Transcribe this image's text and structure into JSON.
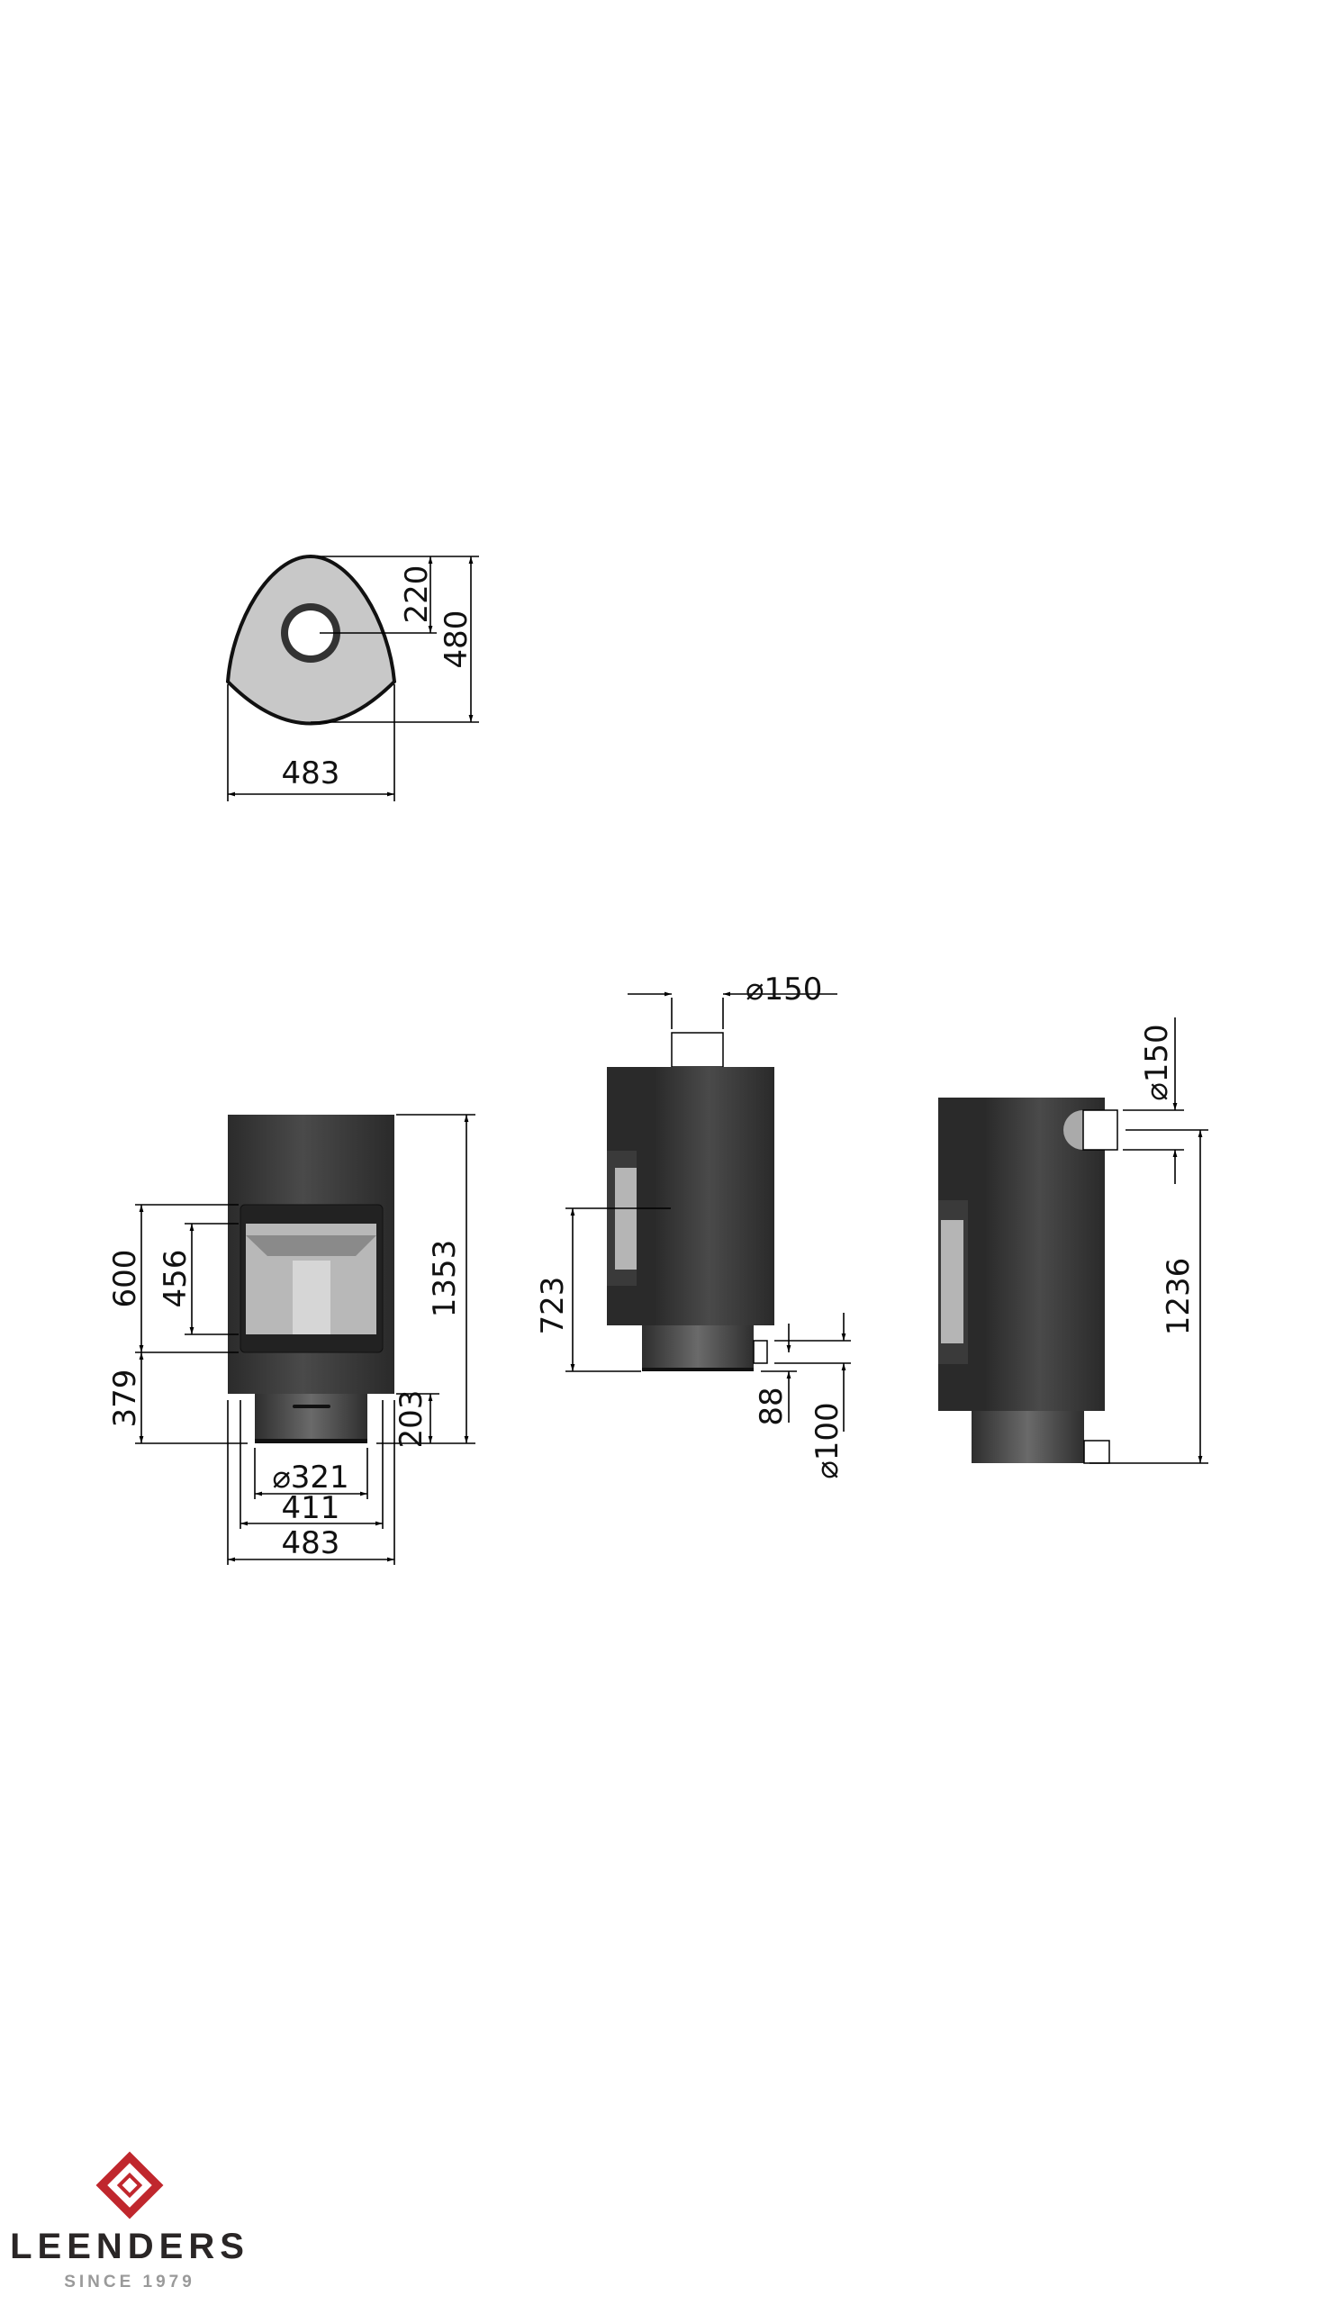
{
  "top_view": {
    "width": "483",
    "depth": "480",
    "flue_offset": "220"
  },
  "front_view": {
    "height": "1353",
    "door_height": "600",
    "glass_height": "456",
    "door_bottom": "379",
    "base_height": "203",
    "base_diameter": "⌀321",
    "inner_width": "411",
    "width": "483"
  },
  "side_view": {
    "flue_top_diameter": "⌀150",
    "handle_height": "723",
    "air_inlet_height": "88",
    "air_inlet_diameter": "⌀100"
  },
  "rear_view": {
    "flue_rear_diameter": "⌀150",
    "flue_rear_height": "1236"
  },
  "logo": {
    "brand": "LEENDERS",
    "tagline": "SINCE 1979",
    "color": "#c0272d"
  }
}
